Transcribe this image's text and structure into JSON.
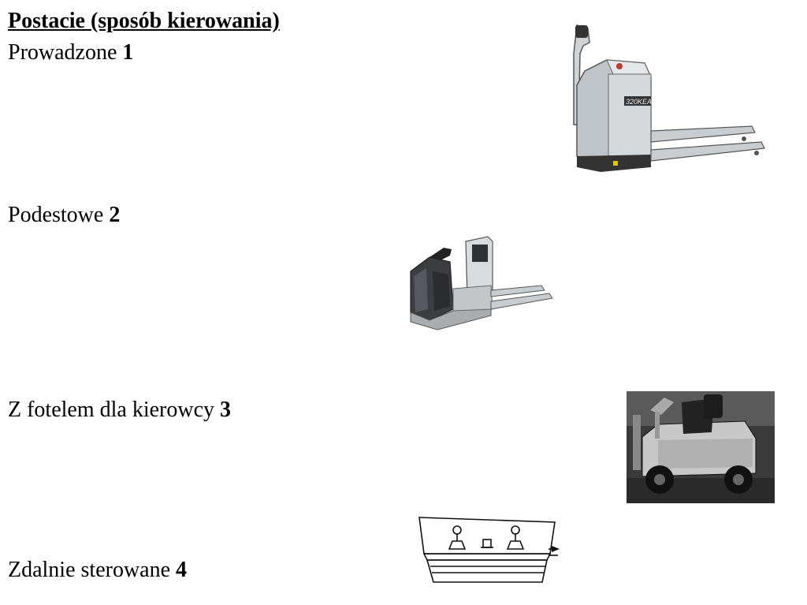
{
  "slide": {
    "title": "Postacie (sposób kierowania)",
    "items": [
      {
        "label": "Prowadzone ",
        "number": "1",
        "image_icon": "walkie-pallet-truck-icon"
      },
      {
        "label": "Podestowe ",
        "number": "2",
        "image_icon": "platform-pallet-truck-icon"
      },
      {
        "label": "Z fotelem dla kierowcy ",
        "number": "3",
        "image_icon": "seated-tow-tractor-photo-icon"
      },
      {
        "label": "Zdalnie sterowane ",
        "number": "4",
        "image_icon": "remote-control-panel-icon"
      }
    ],
    "truck1_model_text": "320KEA"
  }
}
